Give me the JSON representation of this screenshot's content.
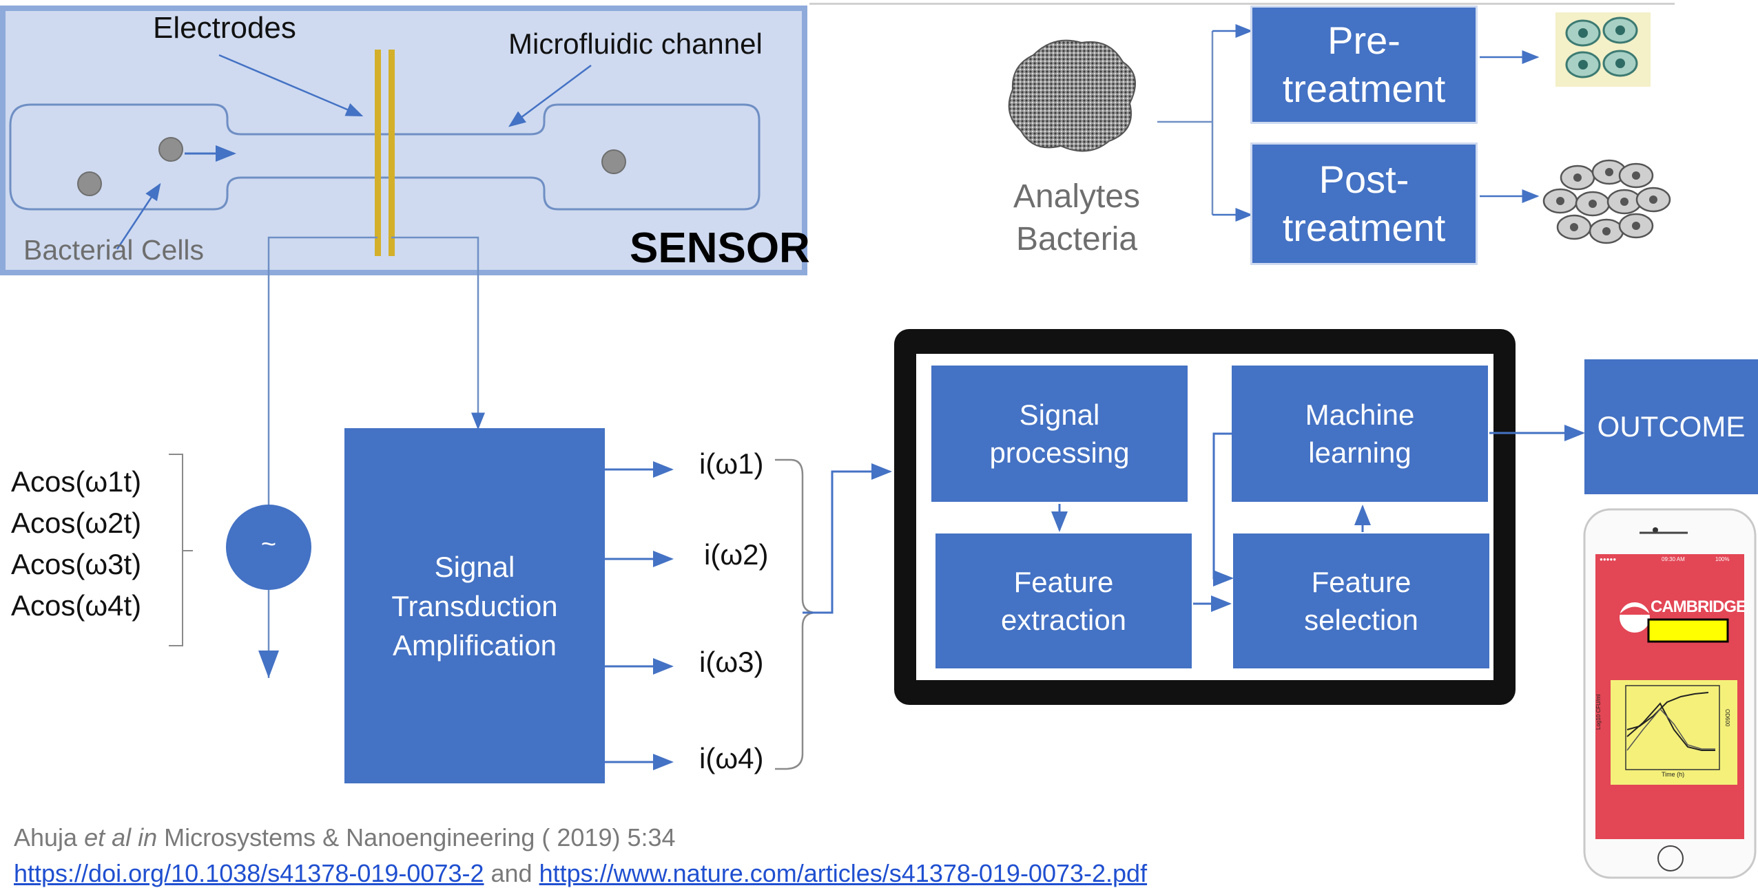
{
  "sensor": {
    "electrodes_label": "Electrodes",
    "channel_label": "Microfluidic channel",
    "cells_label": "Bacterial Cells",
    "title": "SENSOR"
  },
  "analytes": {
    "line1": "Analytes",
    "line2": "Bacteria",
    "pre_line1": "Pre-",
    "pre_line2": "treatment",
    "post_line1": "Post-",
    "post_line2": "treatment"
  },
  "inputs": {
    "signals": [
      "Acos(ω1t)",
      "Acos(ω2t)",
      "Acos(ω3t)",
      "Acos(ω4t)"
    ],
    "source_symbol": "~"
  },
  "transduction": {
    "line1": "Signal",
    "line2": "Transduction",
    "line3": "Amplification"
  },
  "outputs": [
    "i(ω1)",
    "i(ω2)",
    "i(ω3)",
    "i(ω4)"
  ],
  "processing": {
    "signal_processing": [
      "Signal",
      "processing"
    ],
    "machine_learning": [
      "Machine",
      "learning"
    ],
    "feature_extraction": [
      "Feature",
      "extraction"
    ],
    "feature_selection": [
      "Feature",
      "selection"
    ]
  },
  "outcome": {
    "label": "OUTCOME"
  },
  "phone": {
    "brand": "CAMBRIDGE",
    "status_time": "09:30 AM",
    "status_battery": "100%",
    "chart_xlabel": "Time (h)",
    "chart_ylabel": "Log10 CFU/ml",
    "chart_y2label": "OD600"
  },
  "citation": {
    "author": "Ahuja ",
    "etal": "et al in",
    "journal": " Microsystems & Nanoengineering ( 2019) 5:34",
    "link1": "https://doi.org/10.1038/s41378-019-0073-2",
    "and": " and ",
    "link2": "https://www.nature.com/articles/s41378-019-0073-2.pdf"
  },
  "colors": {
    "box_blue": "#4472c4",
    "panel_bg": "#cfdaf0",
    "panel_border": "#8eaadb",
    "electrode": "#d4b02a",
    "phone_red": "#e34655",
    "chart_yellow": "#f4f07a"
  }
}
